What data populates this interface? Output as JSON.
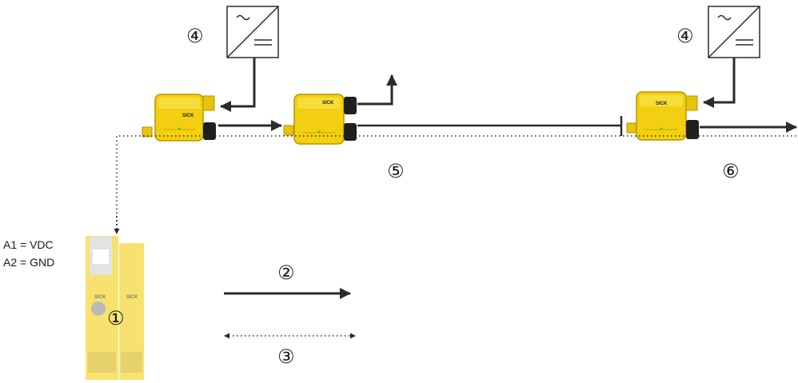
{
  "markers": {
    "controller": "①",
    "legend_power": "②",
    "legend_signal": "③",
    "psu_left": "④",
    "psu_right": "④",
    "cable": "⑤",
    "output": "⑥"
  },
  "controller_labels": {
    "a1": "A1 = VDC",
    "a2": "A2 = GND"
  },
  "device_brand": "SICK",
  "colors": {
    "device_yellow": "#f2cf10",
    "device_edge": "#b99600",
    "connector": "#1f1f1f",
    "line": "#2b2b2b"
  },
  "icons": {
    "power_supply": "ac-dc-converter-icon",
    "arrow": "arrow-icon"
  }
}
